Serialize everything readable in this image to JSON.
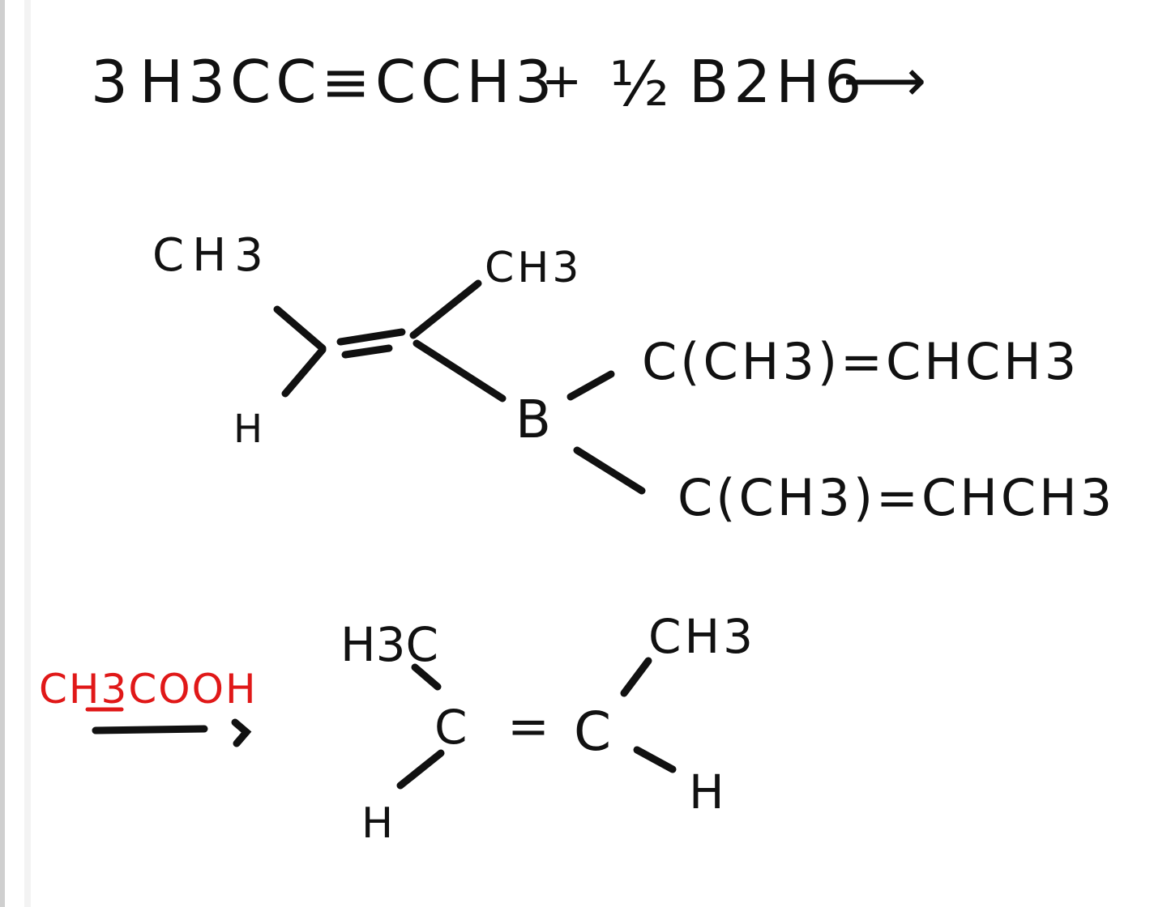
{
  "colors": {
    "ink": "#111111",
    "accent": "#e01818",
    "paper": "#ffffff",
    "frame": "#dcdcdc"
  },
  "equation": {
    "coefficient": "3",
    "reactant": "H3CC≡CCH3",
    "plus": "+",
    "fraction": "½",
    "reagent": "B2H6",
    "arrow": "⟶"
  },
  "intermediate": {
    "vinyl_top_left": "CH3",
    "vinyl_top_right": "CH3",
    "vinyl_bottom_left": "H",
    "boron": "B",
    "branch_upper": "C(CH3)=CHCH3",
    "branch_lower": "C(CH3)=CHCH3"
  },
  "step2": {
    "reagent": "CH3COOH",
    "arrow": "⟶"
  },
  "product": {
    "top_left": "H3C",
    "left_carbon": "C",
    "double_bond": "=",
    "right_carbon": "C",
    "top_right": "CH3",
    "bottom_left": "H",
    "bottom_right": "H"
  }
}
